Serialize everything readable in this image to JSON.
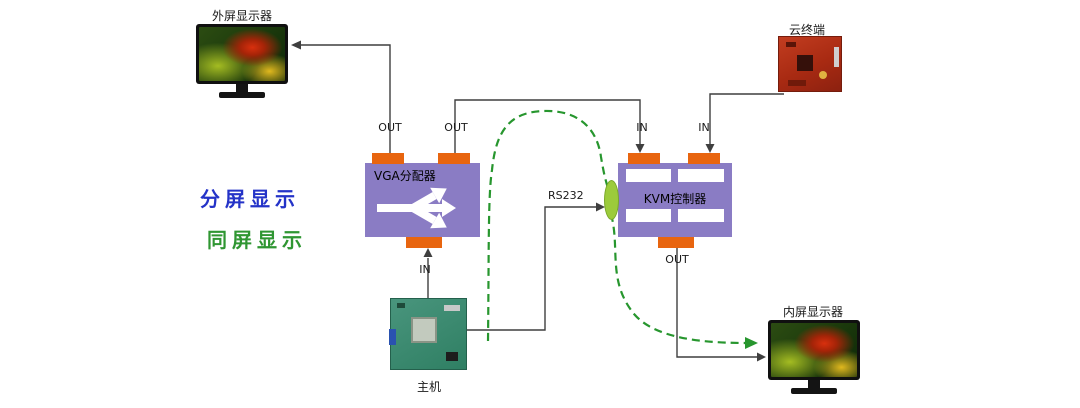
{
  "diagram": {
    "legend": {
      "split_screen": "分屏显示",
      "same_screen": "同屏显示"
    },
    "nodes": {
      "external_monitor": {
        "title": "外屏显示器"
      },
      "cloud_terminal": {
        "title": "云终端"
      },
      "vga_splitter": {
        "title": "VGA分配器"
      },
      "kvm_controller": {
        "title": "KVM控制器"
      },
      "host": {
        "title": "主机"
      },
      "internal_monitor": {
        "title": "内屏显示器"
      }
    },
    "ports": {
      "vga_out_left": "OUT",
      "vga_out_right": "OUT",
      "vga_in_bottom": "IN",
      "kvm_in_left": "IN",
      "kvm_in_right": "IN",
      "kvm_out_bottom": "OUT",
      "rs232": "RS232"
    },
    "colors": {
      "device_box": "#8a7cc4",
      "connector": "#e8650f",
      "wire": "#3f3f3f",
      "same_screen_path": "#27962e",
      "split_screen_text": "#2433c8",
      "same_screen_text": "#2f9632",
      "rs232_connector": "#9ccb3b"
    }
  }
}
